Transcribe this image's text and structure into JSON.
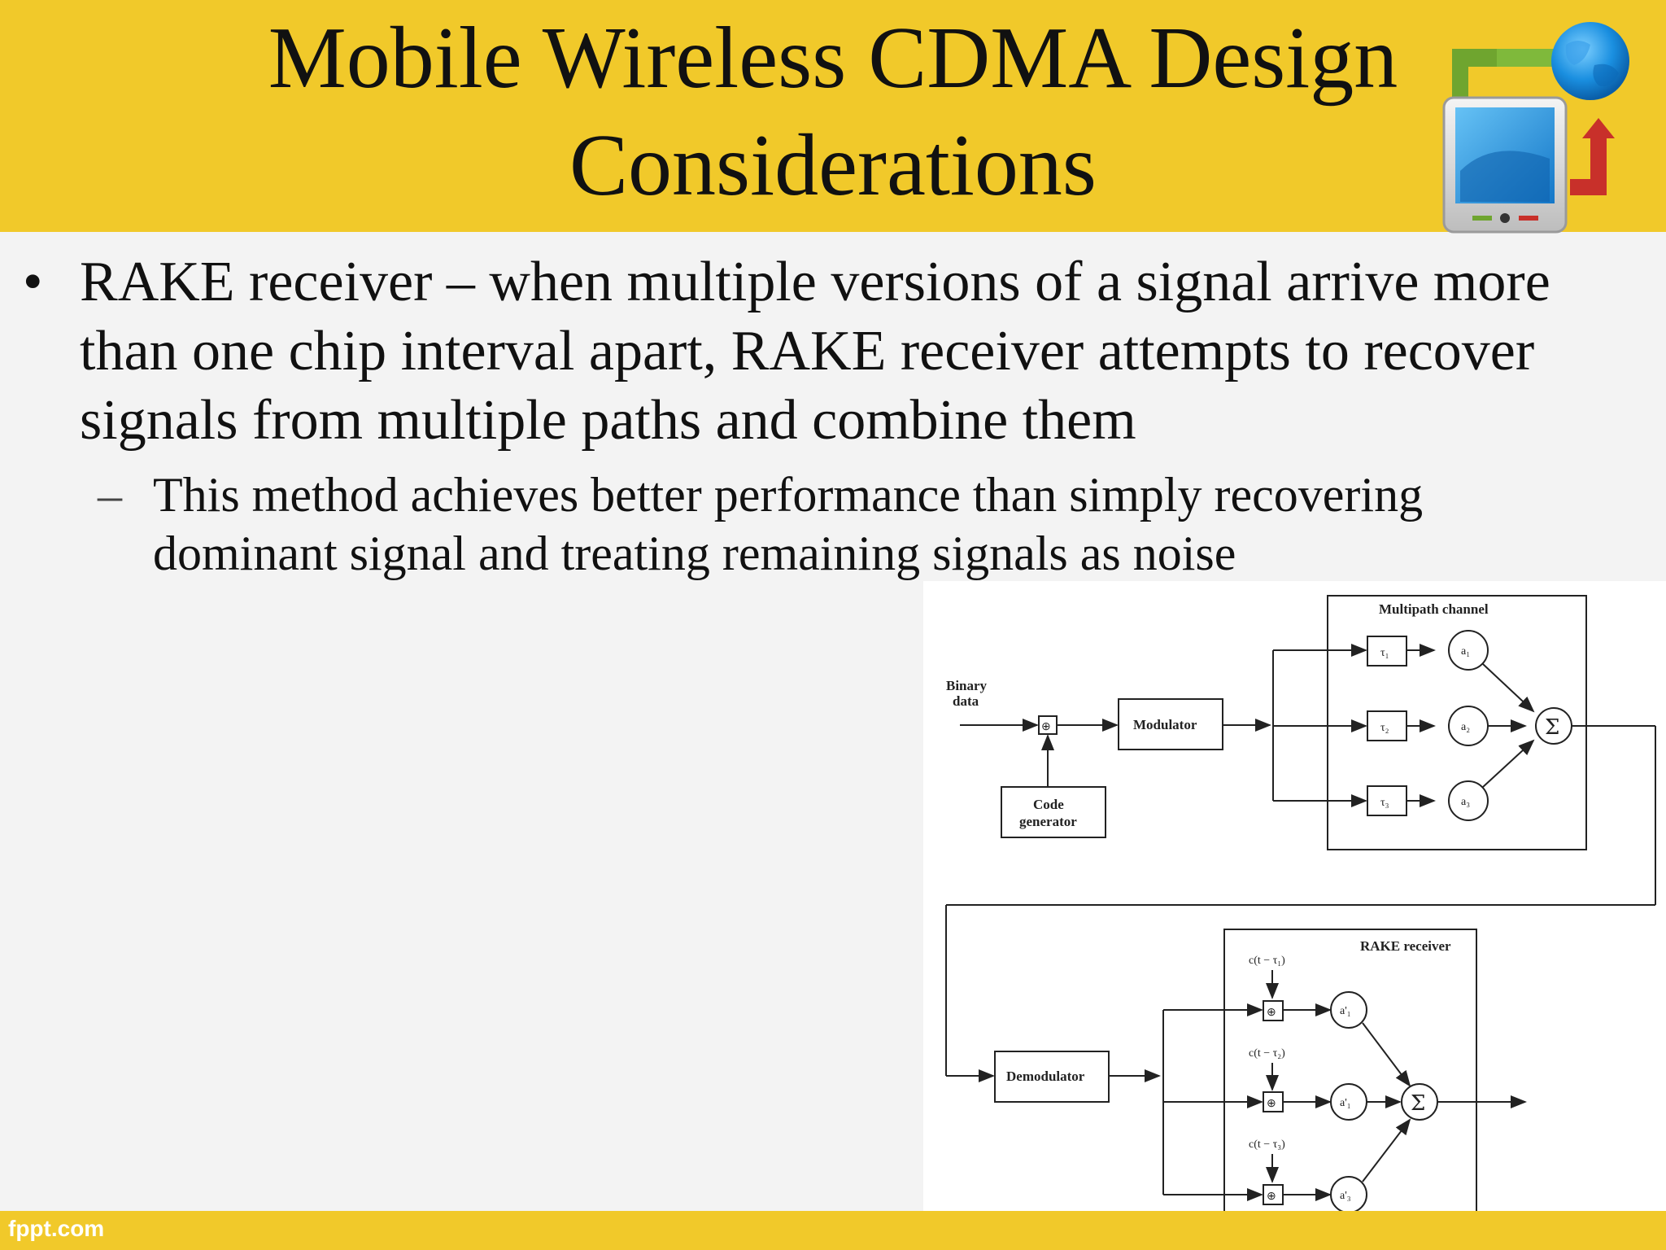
{
  "slide": {
    "title_line1": "Mobile Wireless CDMA Design",
    "title_line2": "Considerations",
    "bullet_marker": "•",
    "bullet1": "RAKE receiver – when multiple versions of a signal arrive more than one chip interval apart, RAKE receiver attempts to recover signals from multiple paths and combine them",
    "sub_marker": "–",
    "sub1": "This method achieves better performance than simply recovering dominant signal and treating remaining signals as noise",
    "footer": "fppt.com"
  },
  "diagram": {
    "binary_data_line1": "Binary",
    "binary_data_line2": "data",
    "modulator": "Modulator",
    "code_gen_line1": "Code",
    "code_gen_line2": "generator",
    "multipath_channel": "Multipath channel",
    "tau1": "τ₁",
    "tau2": "τ₂",
    "tau3": "τ₃",
    "a1": "a₁",
    "a2": "a₂",
    "a3": "a₃",
    "sum": "Σ",
    "xor": "⊕",
    "demodulator": "Demodulator",
    "rake_receiver": "RAKE receiver",
    "c1": "c(t − τ₁)",
    "c2": "c(t − τ₂)",
    "c3": "c(t − τ₃)",
    "a1p": "a'₁",
    "a2p": "a'₁",
    "a3p": "a'₃"
  },
  "colors": {
    "header_yellow": "#f1c92a",
    "background": "#f3f3f3"
  },
  "icons": {
    "logo": "mobile-globe-logo-icon"
  }
}
